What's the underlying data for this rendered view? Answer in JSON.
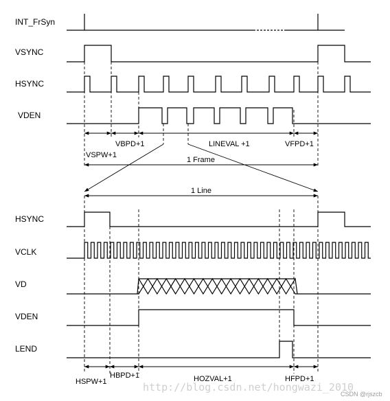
{
  "top_signals": {
    "int_frsyn": "INT_FrSyn",
    "vsync": "VSYNC",
    "hsync": "HSYNC",
    "vden": "VDEN"
  },
  "top_labels": {
    "vspw": "VSPW+1",
    "vbpd": "VBPD+1",
    "lineval": "LINEVAL +1",
    "vfpd": "VFPD+1",
    "frame": "1 Frame"
  },
  "bottom_signals": {
    "hsync": "HSYNC",
    "vclk": "VCLK",
    "vd": "VD",
    "vden": "VDEN",
    "lend": "LEND"
  },
  "bottom_labels": {
    "line": "1 Line",
    "hspw": "HSPW+1",
    "hbpd": "HBPD+1",
    "hozval": "HOZVAL+1",
    "hfpd": "HFPD+1"
  },
  "watermark": {
    "url": "http://blog.csdn.net/hongwazi_2010",
    "credit": "CSDN @rjszcb"
  }
}
